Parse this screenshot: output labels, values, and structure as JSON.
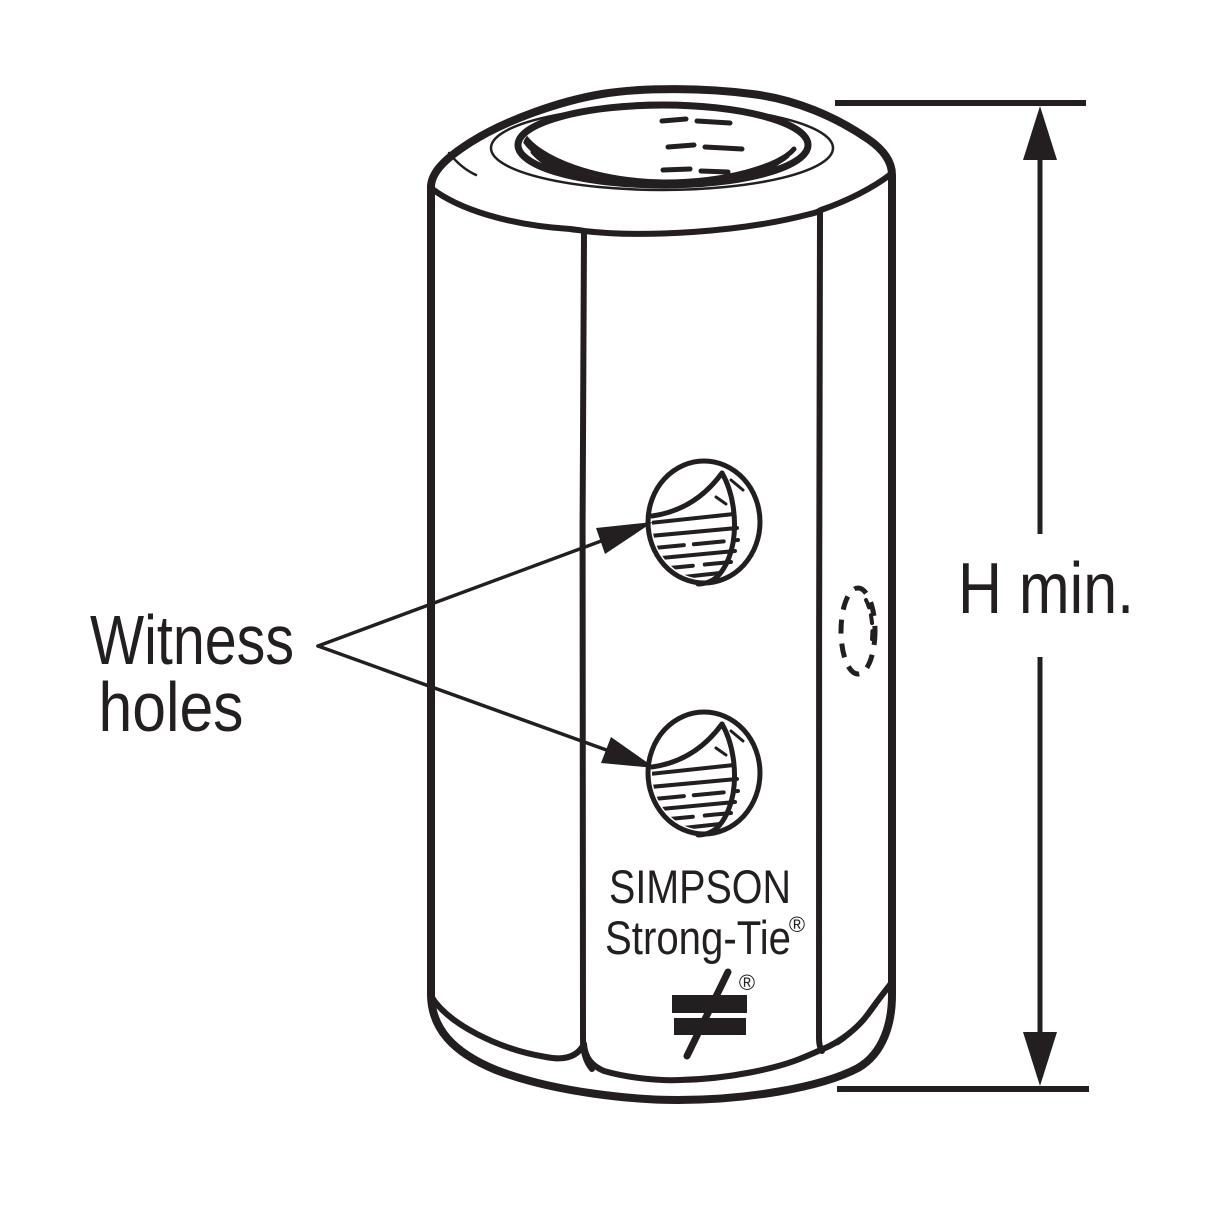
{
  "diagram": {
    "labels": {
      "witness_line1": "Witness",
      "witness_line2": "holes",
      "height_dimension": "H min."
    },
    "part_marking": {
      "brand_line1": "SIMPSON",
      "brand_line2": "Strong-Tie",
      "brand_registered": "®",
      "logo_registered": "®"
    },
    "colors": {
      "body_fill": "#ced8df",
      "line": "#231f20",
      "highlight": "#ffffff",
      "background": "#ffffff"
    }
  }
}
